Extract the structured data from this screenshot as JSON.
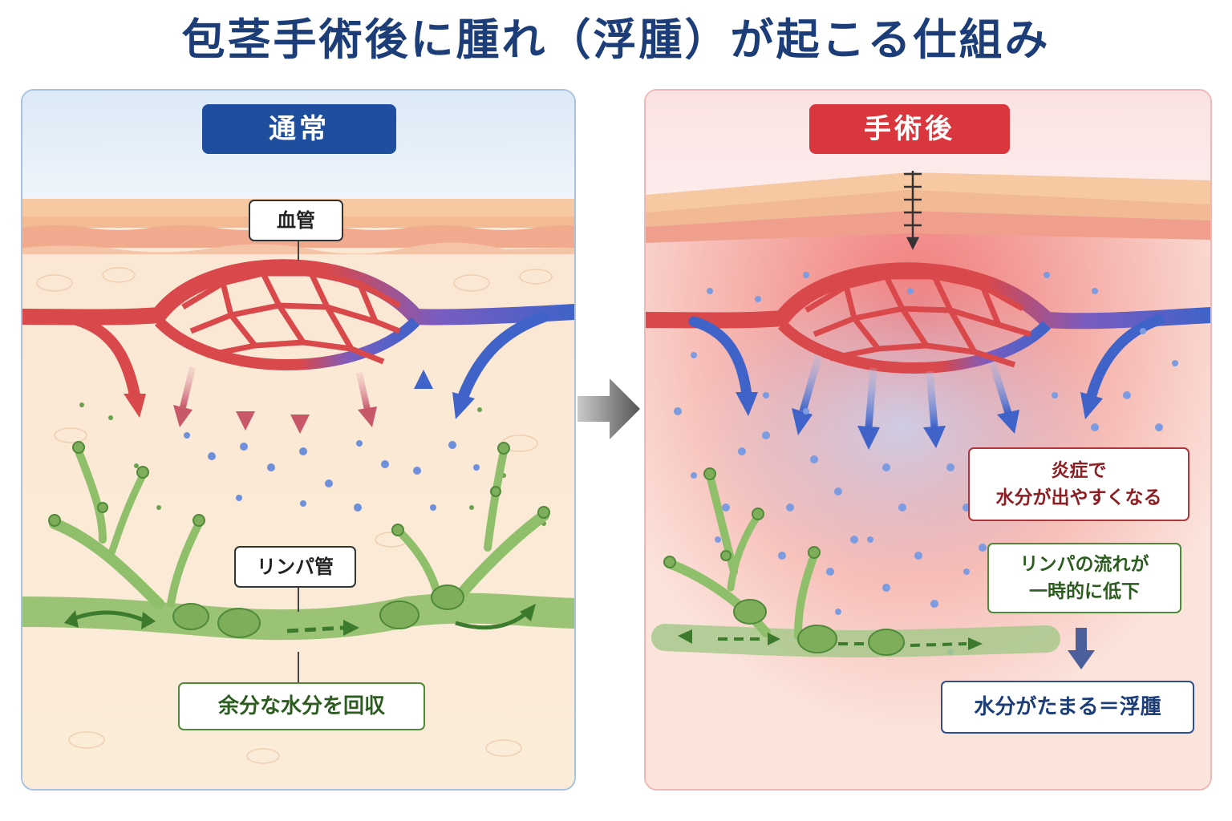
{
  "title": "包茎手術後に腫れ（浮腫）が起こる仕組み",
  "colors": {
    "title": "#1c3d78",
    "artery": "#d9484a",
    "vein": "#3f63c9",
    "lymph": "#8fbf6a",
    "normal_header": "#1f4e9e",
    "post_header": "#d9363d"
  },
  "left_panel": {
    "header": "通常",
    "blood_vessel_label": "血管",
    "lymph_label": "リンパ管",
    "recovery_text": "余分な水分を回収"
  },
  "right_panel": {
    "header": "手術後",
    "inflammation_text": [
      "炎症で",
      "水分が出やすくなる"
    ],
    "lymph_text": [
      "リンパの流れが",
      "一時的に低下"
    ],
    "edema_text": "水分がたまる＝浮腫"
  },
  "icons": [
    "suture-icon",
    "right-arrow-icon",
    "down-arrow-icon"
  ]
}
